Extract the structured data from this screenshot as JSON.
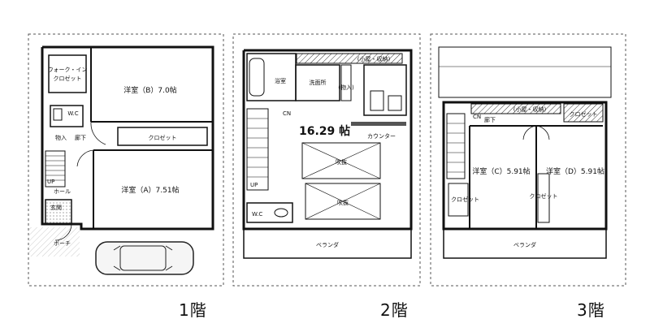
{
  "floors": [
    {
      "label": "1階",
      "rooms": {
        "western_b": "洋室（B）7.0帖",
        "western_a": "洋室（A）7.51帖",
        "walkin_1": "ウォーク・イン",
        "walkin_2": "クロゼット",
        "wc": "W.C",
        "closet": "クロゼット",
        "storage": "物入",
        "hall_label": "廊下",
        "up": "UP",
        "hall": "ホール",
        "entrance": "玄関",
        "porch": "ポーチ"
      }
    },
    {
      "label": "2階",
      "rooms": {
        "bath": "浴室",
        "washroom": "洗面所",
        "ldk_area": "16.29 帖",
        "counter": "カウンター",
        "skylight_1": "吹抜",
        "skylight_2": "吹抜",
        "cn": "CN",
        "storage": "(物入)",
        "top_storage": "(小屋・収納)",
        "wc": "W.C",
        "up": "UP",
        "veranda": "ベランダ"
      }
    },
    {
      "label": "3階",
      "rooms": {
        "western_c": "洋室（C）5.91帖",
        "western_d": "洋室（D）5.91帖",
        "corridor": "廊下",
        "closet_top": "クロゼット",
        "closet_left": "クロゼット",
        "closet_mid": "クロゼット",
        "top_storage": "(小屋・収納)",
        "cn": "CN",
        "veranda": "ベランダ"
      }
    }
  ]
}
